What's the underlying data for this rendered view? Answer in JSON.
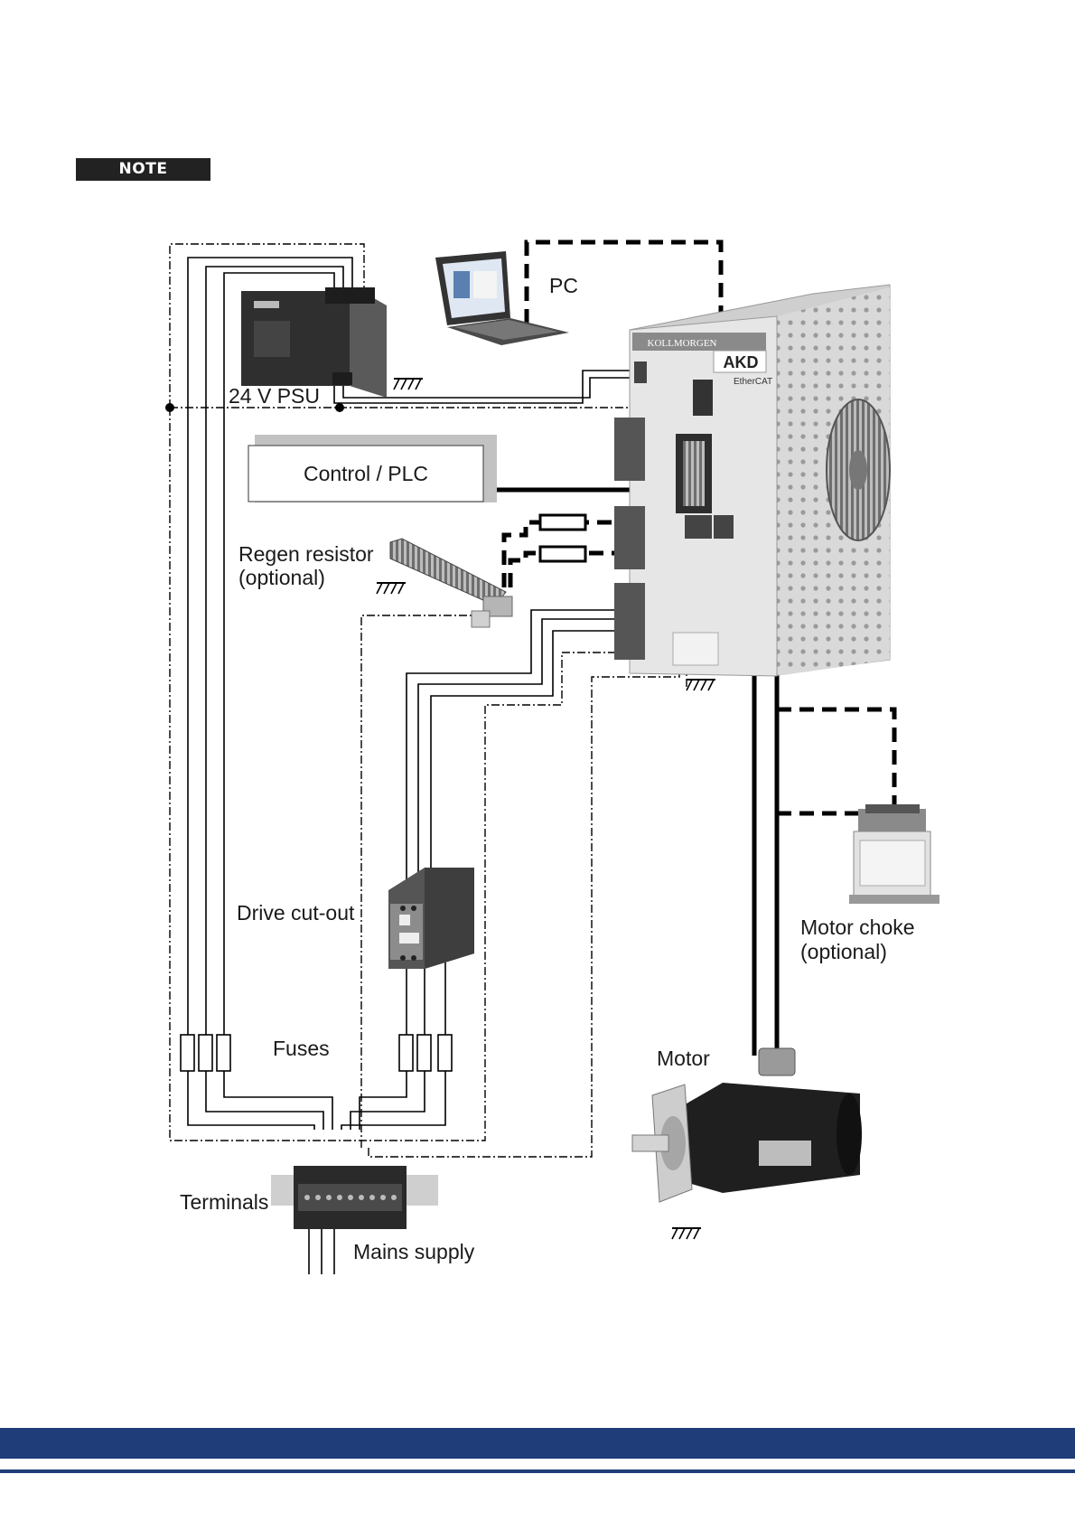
{
  "note": {
    "label": "NOTE"
  },
  "labels": {
    "pc": "PC",
    "psu": "24 V PSU",
    "control": "Control / PLC",
    "regen_line1": "Regen resistor",
    "regen_line2": "(optional)",
    "drive_cutout": "Drive cut-out",
    "fuses": "Fuses",
    "terminals": "Terminals",
    "mains": "Mains supply",
    "motor": "Motor",
    "choke_line1": "Motor choke",
    "choke_line2": "(optional)"
  },
  "drive": {
    "brand": "KOLLMORGEN",
    "model": "AKD",
    "bus": "EtherCAT"
  },
  "colors": {
    "footer": "#1f3d78",
    "badge": "#222222"
  }
}
